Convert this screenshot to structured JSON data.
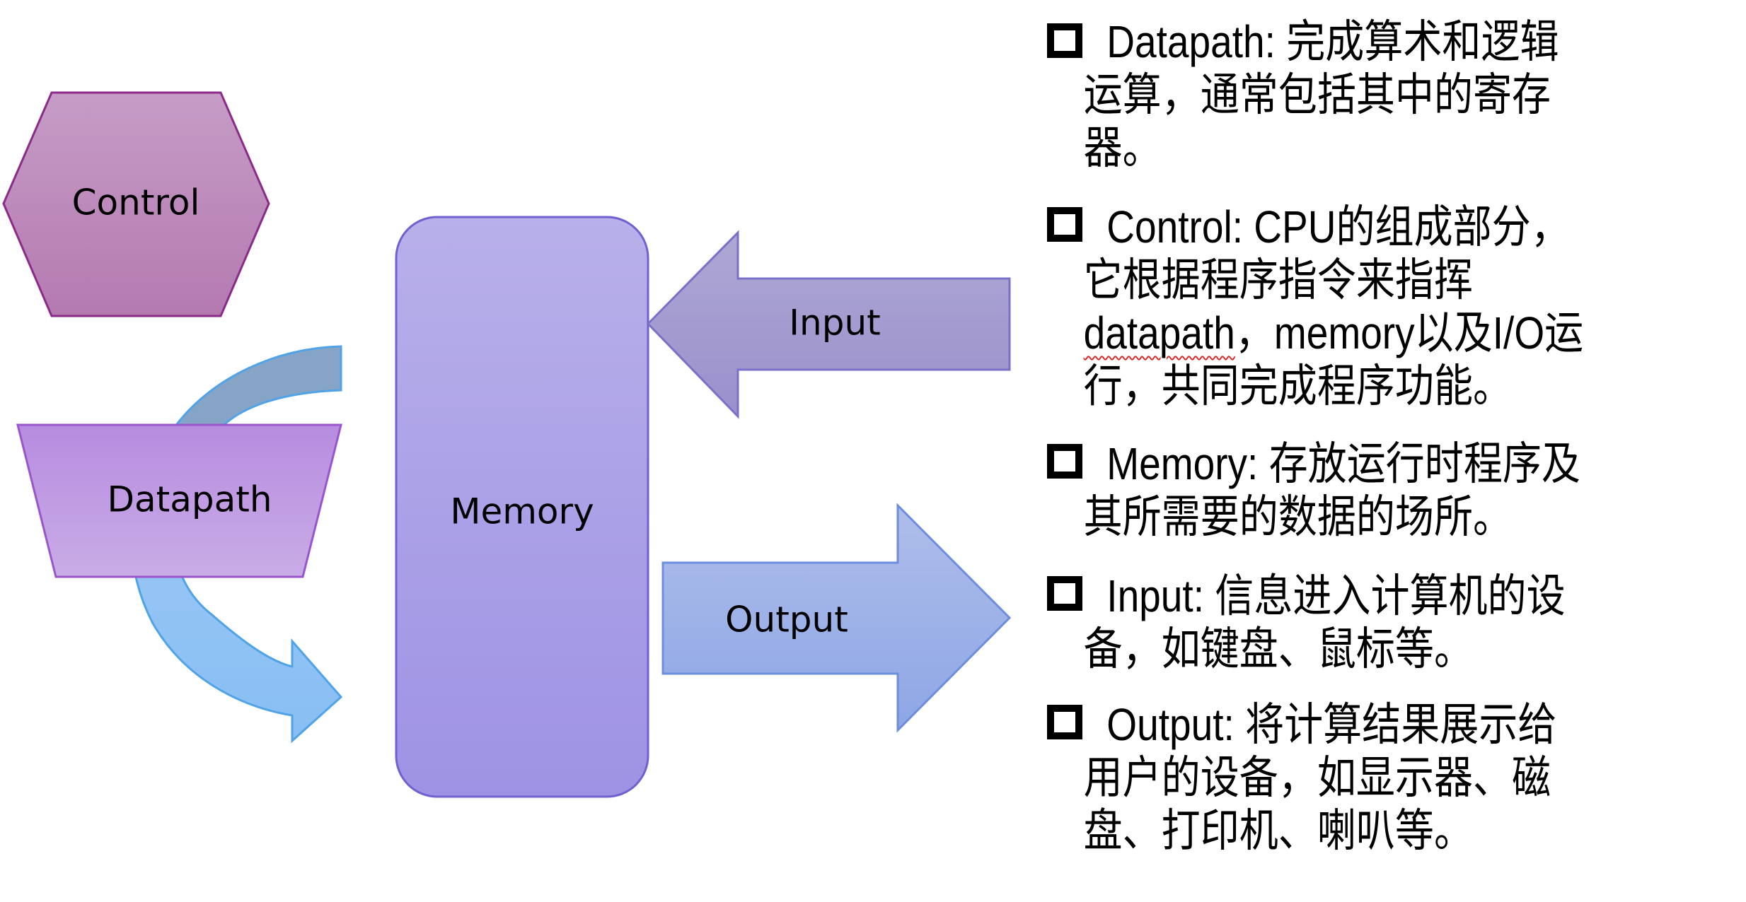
{
  "diagram": {
    "title": "Computer components",
    "shapes": {
      "control": {
        "label": "Control",
        "shape": "hexagon"
      },
      "datapath": {
        "label": "Datapath",
        "shape": "trapezoid"
      },
      "memory": {
        "label": "Memory",
        "shape": "rounded-rectangle"
      },
      "input": {
        "label": "Input",
        "shape": "left-arrow"
      },
      "output": {
        "label": "Output",
        "shape": "right-arrow"
      },
      "datapath_loop": {
        "shape": "curved-arrow"
      }
    },
    "colors": {
      "control_fill_top": "#C69CC6",
      "control_fill_bottom": "#B47AB0",
      "control_stroke": "#8B2A8B",
      "datapath_fill_top": "#B78CE0",
      "datapath_fill_bottom": "#C9ACE6",
      "datapath_stroke": "#9A55CC",
      "memory_fill_top": "#B8B0EA",
      "memory_fill_bottom": "#9E92E4",
      "memory_stroke": "#7060D0",
      "input_fill_top": "#AEA8D4",
      "input_fill_bottom": "#9A90CC",
      "input_stroke": "#7A70C8",
      "output_fill_top": "#AFBEEA",
      "output_fill_bottom": "#8DA6E6",
      "output_stroke": "#6C8EDC",
      "loop_top_fill": "#86A5C6",
      "loop_bottom_fill": "#88BEF4",
      "loop_stroke": "#4FA3E6"
    }
  },
  "descriptions": [
    {
      "term": "Datapath:",
      "lines": [
        "完成算术和逻辑",
        "运算，通常包括其中的寄存",
        "器。"
      ]
    },
    {
      "term": "Control:",
      "lines": [
        "CPU的组成部分，",
        "它根据程序指令来指挥",
        "datapath，memory以及I/O运",
        "行，共同完成程序功能。"
      ],
      "spellcheck_word": "datapath"
    },
    {
      "term": "Memory:",
      "lines": [
        "存放运行时程序及",
        "其所需要的数据的场所。"
      ]
    },
    {
      "term": "Input:",
      "lines": [
        "信息进入计算机的设",
        "备，如键盘、鼠标等。"
      ]
    },
    {
      "term": "Output:",
      "lines": [
        "将计算结果展示给",
        "用户的设备，如显示器、磁",
        "盘、打印机、喇叭等。"
      ]
    }
  ]
}
